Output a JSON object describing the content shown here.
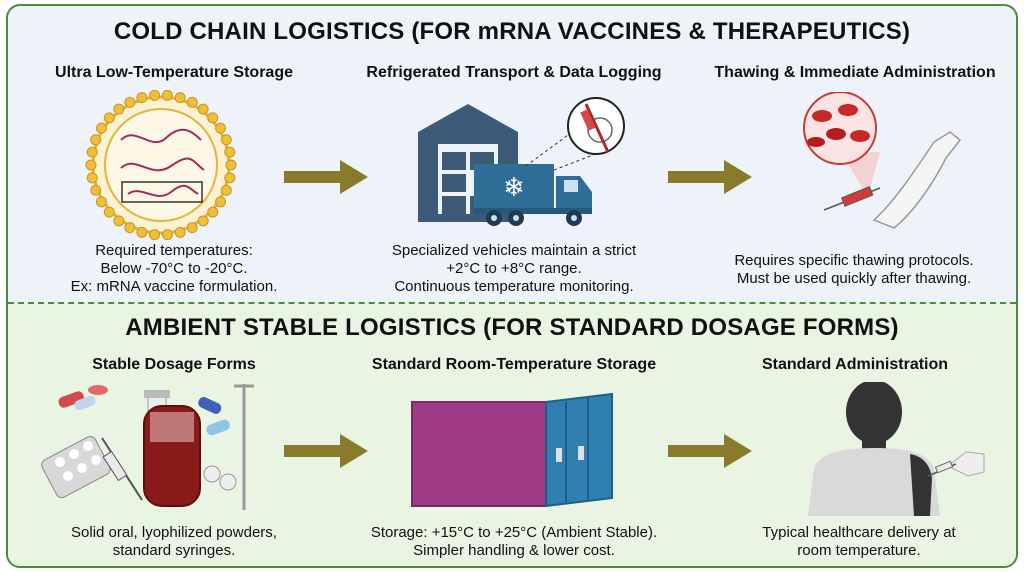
{
  "cold_chain": {
    "title": "COLD CHAIN LOGISTICS (FOR mRNA VACCINES & THERAPEUTICS)",
    "stages": [
      {
        "title": "Ultra Low-Temperature Storage",
        "lines": [
          "Required temperatures:",
          "Below -70°C to -20°C.",
          "Ex: mRNA vaccine formulation."
        ],
        "icon": "lipid-nanoparticle-icon"
      },
      {
        "title": "Refrigerated Transport & Data Logging",
        "lines": [
          "Specialized vehicles maintain a strict",
          "+2°C to +8°C range.",
          "Continuous temperature monitoring."
        ],
        "icon": "refrigerated-truck-icon"
      },
      {
        "title": "Thawing & Immediate Administration",
        "lines": [
          "Requires specific thawing protocols.",
          "Must be used quickly after thawing."
        ],
        "icon": "injection-arm-icon"
      }
    ]
  },
  "ambient": {
    "title": "AMBIENT STABLE LOGISTICS (FOR STANDARD DOSAGE FORMS)",
    "stages": [
      {
        "title": "Stable Dosage Forms",
        "lines": [
          "Solid oral, lyophilized powders,",
          "standard syringes."
        ],
        "icon": "dosage-forms-icon"
      },
      {
        "title": "Standard Room-Temperature Storage",
        "lines": [
          "Storage: +15°C to +25°C (Ambient Stable).",
          "Simpler handling & lower cost."
        ],
        "icon": "shipping-container-icon"
      },
      {
        "title": "Standard Administration",
        "lines": [
          "Typical healthcare delivery at",
          "room temperature."
        ],
        "icon": "person-vaccination-icon"
      }
    ]
  },
  "colors": {
    "border": "#4d8a3a",
    "top_background": "#eef3f9",
    "bottom_background": "#eaf4e2",
    "arrow": "#8a7a2c"
  }
}
